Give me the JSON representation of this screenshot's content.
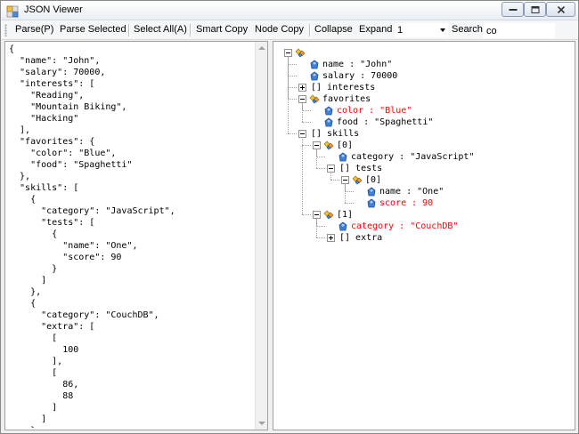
{
  "window": {
    "title": "JSON Viewer",
    "icon": "json-viewer-app-icon"
  },
  "toolbar": {
    "parse_label": "Parse(P)",
    "parse_selected_label": "Parse Selected",
    "select_all_label": "Select All(A)",
    "smart_copy_label": "Smart Copy",
    "node_copy_label": "Node Copy",
    "collapse_label": "Collapse",
    "expand_label": "Expand",
    "expand_level": "1",
    "search_label": "Search",
    "search_value": "co"
  },
  "editor": {
    "text": "{\n  \"name\": \"John\",\n  \"salary\": 70000,\n  \"interests\": [\n    \"Reading\",\n    \"Mountain Biking\",\n    \"Hacking\"\n  ],\n  \"favorites\": {\n    \"color\": \"Blue\",\n    \"food\": \"Spaghetti\"\n  },\n  \"skills\": [\n    {\n      \"category\": \"JavaScript\",\n      \"tests\": [\n        {\n          \"name\": \"One\",\n          \"score\": 90\n        }\n      ]\n    },\n    {\n      \"category\": \"CouchDB\",\n      \"extra\": [\n        [\n          100\n        ],\n        [\n          86,\n          88\n        ]\n      ]\n    }\n  ]\n}"
  },
  "tree": {
    "match_color": "#ff0000",
    "nodes": [
      {
        "label": "",
        "icon": "object-icon",
        "expander": "minus",
        "match": false
      },
      {
        "label": "name : \"John\"",
        "icon": "value-icon",
        "expander": "none",
        "match": false
      },
      {
        "label": "salary : 70000",
        "icon": "value-icon",
        "expander": "none",
        "match": false
      },
      {
        "label": "[] interests",
        "icon": "array-icon",
        "expander": "plus",
        "match": false
      },
      {
        "label": "favorites",
        "icon": "object-icon",
        "expander": "minus",
        "match": false
      },
      {
        "label": "color : \"Blue\"",
        "icon": "value-icon",
        "expander": "none",
        "match": true
      },
      {
        "label": "food : \"Spaghetti\"",
        "icon": "value-icon",
        "expander": "none",
        "match": false
      },
      {
        "label": "[] skills",
        "icon": "array-icon",
        "expander": "minus",
        "match": false
      },
      {
        "label": "[0]",
        "icon": "object-icon",
        "expander": "minus",
        "match": false
      },
      {
        "label": "category : \"JavaScript\"",
        "icon": "value-icon",
        "expander": "none",
        "match": false
      },
      {
        "label": "[] tests",
        "icon": "array-icon",
        "expander": "minus",
        "match": false
      },
      {
        "label": "[0]",
        "icon": "object-icon",
        "expander": "minus",
        "match": false
      },
      {
        "label": "name : \"One\"",
        "icon": "value-icon",
        "expander": "none",
        "match": false
      },
      {
        "label": "score : 90",
        "icon": "value-icon",
        "expander": "none",
        "match": true
      },
      {
        "label": "[1]",
        "icon": "object-icon",
        "expander": "minus",
        "match": false
      },
      {
        "label": "category : \"CouchDB\"",
        "icon": "value-icon",
        "expander": "none",
        "match": true
      },
      {
        "label": "[] extra",
        "icon": "array-icon",
        "expander": "plus",
        "match": false
      }
    ]
  }
}
